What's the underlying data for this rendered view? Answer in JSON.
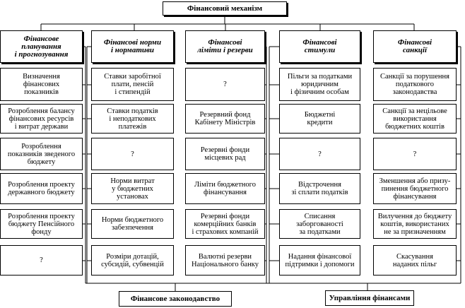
{
  "title": "Фінансовий механізм",
  "columns": [
    {
      "header": "Фінансове\nпланування\nі прогнозування",
      "items": [
        "Визначення\nфінансових\nпоказників",
        "Розроблення балансу\nфінансових ресурсів\nі витрат держави",
        "Розроблення\nпоказників зведеного\nбюджету",
        "Розроблення проекту\nдержавного бюджету",
        "Розроблення проекту\nбюджету Пенсійного\nфонду",
        "?"
      ]
    },
    {
      "header": "Фінансові норми\nі нормативи",
      "items": [
        "Ставки заробітної\nплати, пенсій\nі стипендій",
        "Ставки податків\nі неподаткових\nплатежів",
        "?",
        "Норми витрат\nу бюджетних\nустановах",
        "Норми бюджетного\nзабезпечення",
        "Розміри дотацій,\nсубсидій, субвенцій"
      ]
    },
    {
      "header": "Фінансові\nліміти і резерви",
      "items": [
        "?",
        "Резервний фонд\nКабінету Міністрів",
        "Резервні фонди\nмісцевих рад",
        "Ліміти бюджетного\nфінансування",
        "Резервні фонди\nкомерційних банків\nі страхових компаній",
        "Валютні резерви\nНаціонального банку"
      ]
    },
    {
      "header": "Фінансові\nстимули",
      "items": [
        "Пільги за податками\nюридичним\nі фізичним особам",
        "Бюджетні\nкредити",
        "?",
        "Відстрочення\nзі сплати податків",
        "Списання\nзаборгованості\nза податками",
        "Надання фінансової\nпідтримки і допомоги"
      ]
    },
    {
      "header": "Фінансові\nсанкції",
      "items": [
        "Санкції за порушення\nподаткового\nзаконодавства",
        "Санкції за нецільове\nвикористання\nбюджетних коштів",
        "?",
        "Зменшення або призу-\nпинення бюджетного\nфінансування",
        "Вилучення до бюджету\nкоштів, використаних\nне за призначенням",
        "Скасування\nнаданих пільг"
      ]
    }
  ],
  "bottom_left": "Фінансове законодавство",
  "bottom_right": "Управління фінансами"
}
